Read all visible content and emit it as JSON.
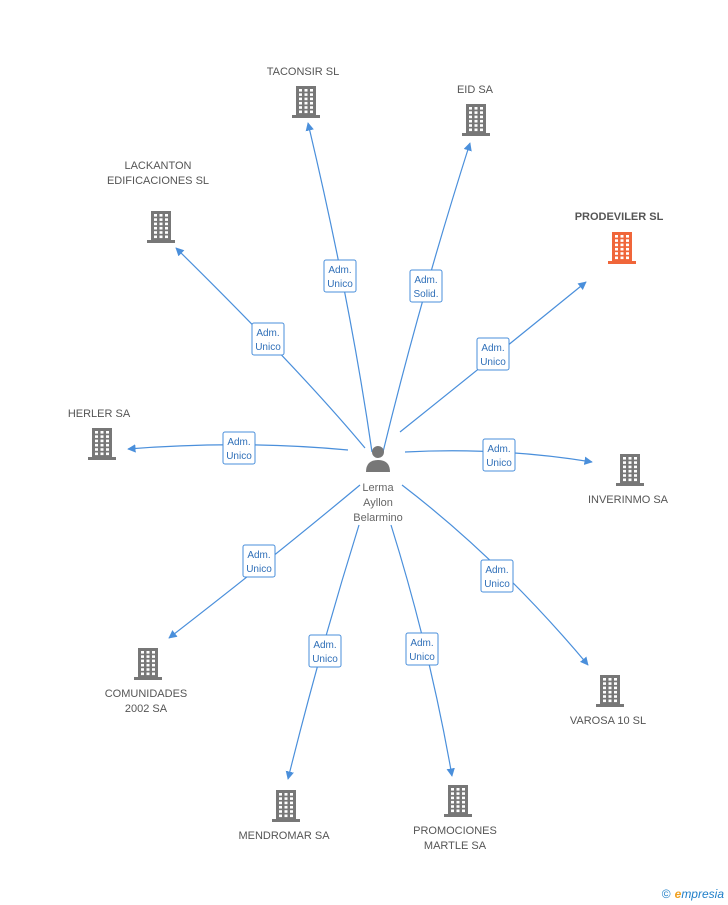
{
  "center": {
    "name_lines": [
      "Lerma",
      "Ayllon",
      "Belarmino"
    ]
  },
  "colors": {
    "edge": "#4a8fdb",
    "building": "#777777",
    "building_highlight": "#f0663a"
  },
  "companies": [
    {
      "id": "taconsir",
      "name_lines": [
        "TACONSIR SL"
      ],
      "highlight": false,
      "role_lines": [
        "Adm.",
        "Unico"
      ]
    },
    {
      "id": "eid",
      "name_lines": [
        "EID SA"
      ],
      "highlight": false,
      "role_lines": [
        "Adm.",
        "Solid."
      ]
    },
    {
      "id": "prodeviler",
      "name_lines": [
        "PRODEVILER SL"
      ],
      "highlight": true,
      "role_lines": [
        "Adm.",
        "Unico"
      ]
    },
    {
      "id": "lackanton",
      "name_lines": [
        "LACKANTON",
        "EDIFICACIONES SL"
      ],
      "highlight": false,
      "role_lines": [
        "Adm.",
        "Unico"
      ]
    },
    {
      "id": "herler",
      "name_lines": [
        "HERLER SA"
      ],
      "highlight": false,
      "role_lines": [
        "Adm.",
        "Unico"
      ]
    },
    {
      "id": "inverinmo",
      "name_lines": [
        "INVERINMO SA"
      ],
      "highlight": false,
      "role_lines": [
        "Adm.",
        "Unico"
      ]
    },
    {
      "id": "comunidades",
      "name_lines": [
        "COMUNIDADES",
        "2002 SA"
      ],
      "highlight": false,
      "role_lines": [
        "Adm.",
        "Unico"
      ]
    },
    {
      "id": "varosa",
      "name_lines": [
        "VAROSA 10 SL"
      ],
      "highlight": false,
      "role_lines": [
        "Adm.",
        "Unico"
      ]
    },
    {
      "id": "mendromar",
      "name_lines": [
        "MENDROMAR SA"
      ],
      "highlight": false,
      "role_lines": [
        "Adm.",
        "Unico"
      ]
    },
    {
      "id": "promociones",
      "name_lines": [
        "PROMOCIONES",
        "MARTLE SA"
      ],
      "highlight": false,
      "role_lines": [
        "Adm.",
        "Unico"
      ]
    }
  ],
  "brand": {
    "copyright": "©",
    "name_initial": "e",
    "name_rest": "mpresia"
  }
}
